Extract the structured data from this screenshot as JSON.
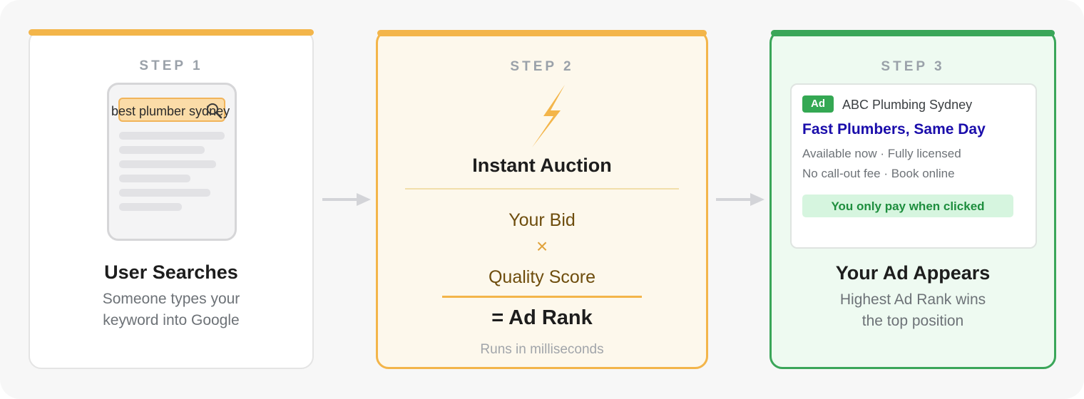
{
  "colors": {
    "accent_orange": "#f3b54a",
    "accent_green": "#3aa659",
    "ad_link_blue": "#1a0dab",
    "muted_text": "#6d7277"
  },
  "step1": {
    "step_label": "STEP 1",
    "search_query": "best plumber sydney",
    "search_icon": "magnifier-icon",
    "title": "User Searches",
    "description": [
      "Someone types your",
      "keyword into Google"
    ]
  },
  "step2": {
    "step_label": "STEP 2",
    "icon": "lightning-bolt-icon",
    "title": "Instant Auction",
    "formula_term_1": "Your Bid",
    "operator": "×",
    "formula_term_2": "Quality Score",
    "result": "= Ad Rank",
    "footnote": "Runs in milliseconds"
  },
  "step3": {
    "step_label": "STEP 3",
    "ad": {
      "badge": "Ad",
      "advertiser": "ABC Plumbing Sydney",
      "headline": "Fast Plumbers, Same Day",
      "line_1": "Available now · Fully licensed",
      "line_2": "No call-out fee · Book online",
      "callout": "You only pay when clicked"
    },
    "title": "Your Ad Appears",
    "description": [
      "Highest Ad Rank wins",
      "the top position"
    ]
  }
}
